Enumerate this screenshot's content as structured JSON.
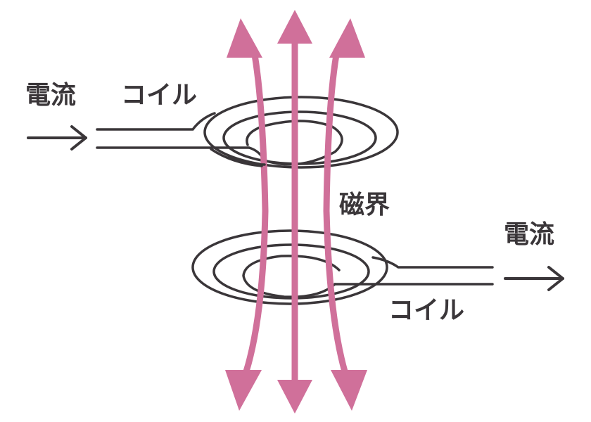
{
  "labels": {
    "current_in": "電流",
    "coil_top": "コイル",
    "magnetic_field": "磁界",
    "current_out": "電流",
    "coil_bottom": "コイル"
  },
  "colors": {
    "text": "#3a3639",
    "wire": "#3a3639",
    "field": "#d0709a"
  },
  "icons": {
    "current_in": "right-arrow-icon",
    "current_out": "right-arrow-icon",
    "field": "double-headed-arrow-icon"
  }
}
